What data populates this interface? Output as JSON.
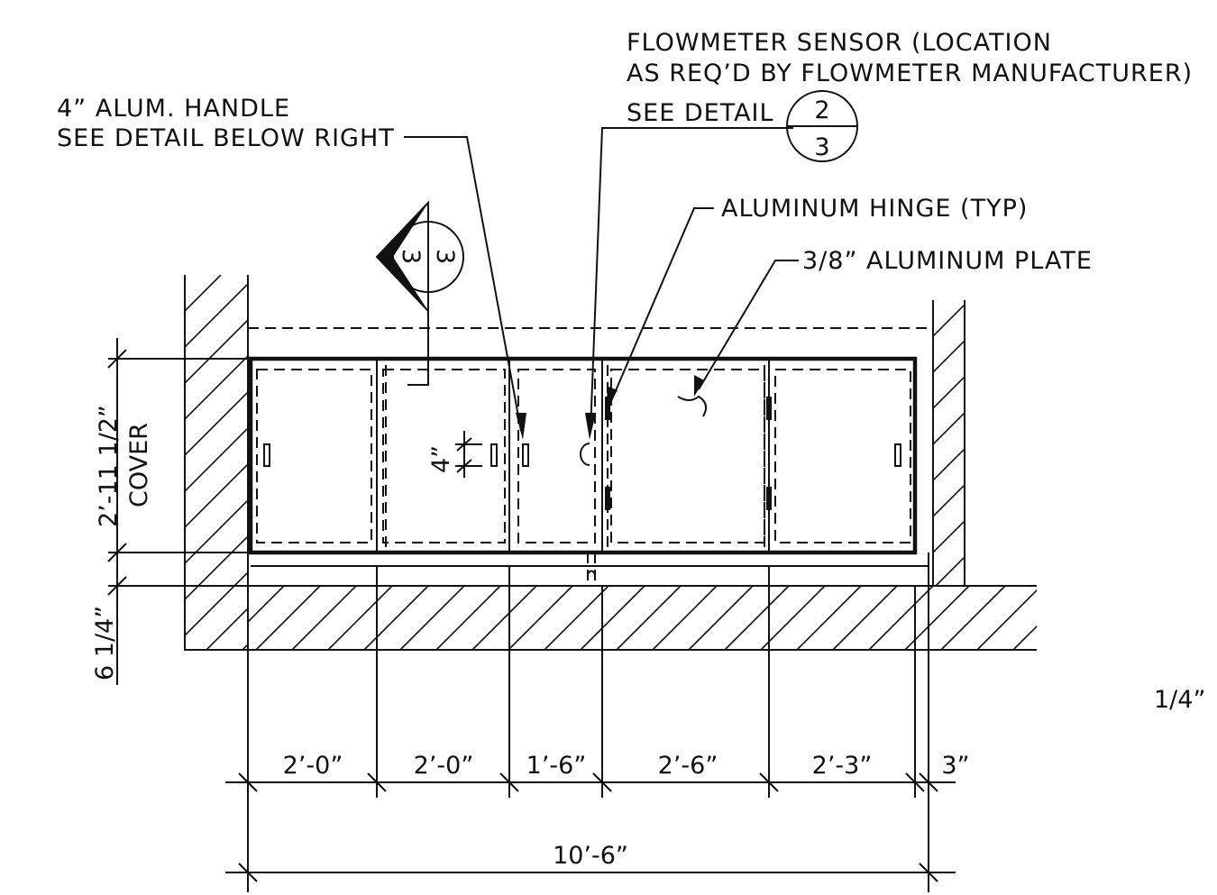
{
  "labels": {
    "flowmeter_line1": "FLOWMETER SENSOR (LOCATION",
    "flowmeter_line2": "AS REQ’D BY FLOWMETER MANUFACTURER)",
    "see_detail": "SEE DETAIL",
    "detail_top": "2",
    "detail_bottom": "3",
    "handle_line1": "4” ALUM. HANDLE",
    "handle_line2": "SEE DETAIL BELOW RIGHT",
    "hinge": "ALUMINUM HINGE (TYP)",
    "plate": "3/8” ALUMINUM PLATE",
    "section_left": "3",
    "section_right": "3",
    "handle_size": "4”",
    "scale_note": "1/4”"
  },
  "vertical_dims": {
    "cover": "COVER",
    "cover_height": "2’-11 1/2”",
    "ledge": "6 1/4”"
  },
  "horizontal_dims": {
    "seg1": "2’-0”",
    "seg2": "2’-0”",
    "seg3": "1’-6”",
    "seg4": "2’-6”",
    "seg5": "2’-3”",
    "seg6": "3”",
    "total": "10’-6”"
  }
}
